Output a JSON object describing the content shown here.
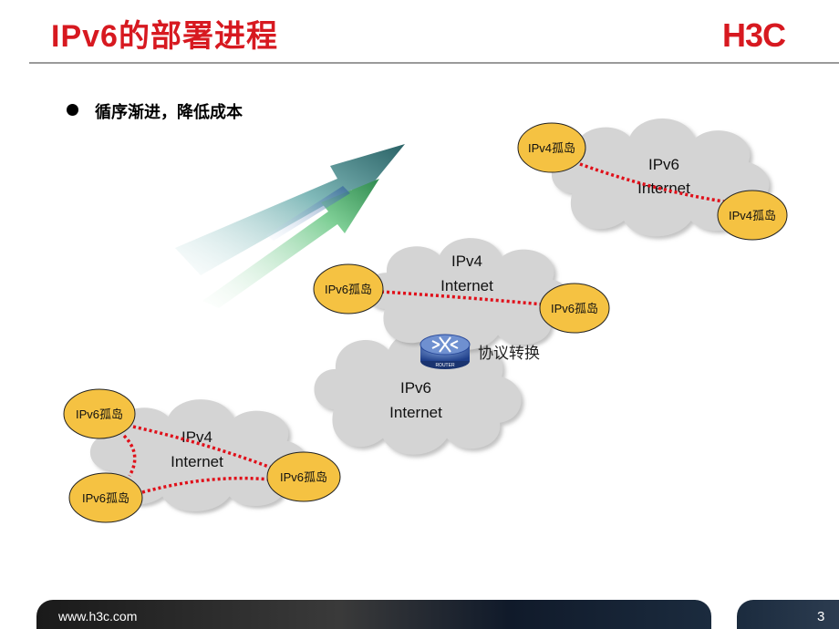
{
  "slide": {
    "title": "IPv6的部署进程",
    "logo": "H3C",
    "bullet": "循序渐进，降低成本",
    "footer_url": "www.h3c.com",
    "page_number": "3"
  },
  "diagram": {
    "top_right": {
      "cloud_line1": "IPv6",
      "cloud_line2": "Internet",
      "island_a": "IPv4孤岛",
      "island_b": "IPv4孤岛"
    },
    "middle_upper": {
      "cloud_line1": "IPv4",
      "cloud_line2": "Internet",
      "island_a": "IPv6孤岛",
      "island_b": "IPv6孤岛"
    },
    "middle_lower": {
      "cloud_line1": "IPv6",
      "cloud_line2": "Internet",
      "router_caption": "ROUTER",
      "translation_label": "协议转换"
    },
    "bottom_left": {
      "cloud_line1": "IPv4",
      "cloud_line2": "Internet",
      "island_a": "IPv6孤岛",
      "island_b": "IPv6孤岛",
      "island_c": "IPv6孤岛"
    }
  },
  "colors": {
    "title_red": "#d71920",
    "cloud_gray": "#d4d4d4",
    "island_fill": "#f5c242",
    "link_red": "#e0101a",
    "arrow_teal": "#2f6f6f",
    "arrow_green": "#3aa36a"
  }
}
